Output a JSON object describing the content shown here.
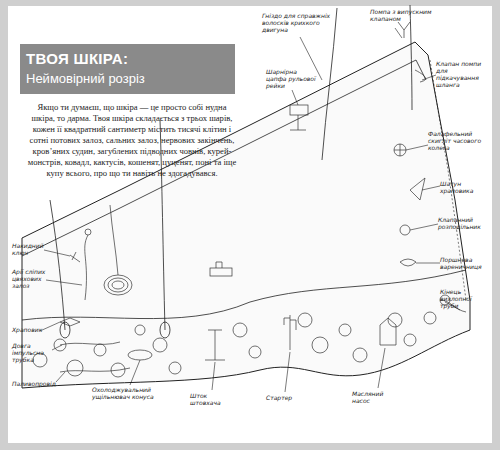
{
  "diagram": {
    "title": "ТВОЯ ШКІРА:",
    "labels": [
      "Неймовірний розріз",
      "Якщо ти думаєш, що шкіра — це просто собі нудна шкіра, то дарма. Твоя шкіра складається з трьох шарів, кожен її квадратний сантиметр містить тисячі клітин і сотні потових залоз, сальних залоз, нервових закінчень, кров’яних судин, загублених підводних човнів, курей-монстрів, ковадл, кактусів, кошенят, цуценят, поні та іще купу всього, про що ти навіть не здогадувався.",
      "Гніздо для справжніх волосків крихкого двигуна",
      "Помпа з випускним клапаном",
      "Шарнірна цапфа рульової рейки",
      "Клапан помпи для підкачування шланга",
      "Фалафельний скигліт часового колеса",
      "Шатун храповика",
      "Клапанний розподільник",
      "Поршнева вареничниця",
      "Кінець вихлопної труби",
      "Накидний ключ",
      "Арії сліпих цвяхових залоз",
      "Храповик",
      "Довга імпульсна трубка",
      "Паливопровід",
      "Охолоджувальний ущільнювач конуса",
      "Шток штовхача",
      "Стартер",
      "Масляний насос"
    ]
  }
}
